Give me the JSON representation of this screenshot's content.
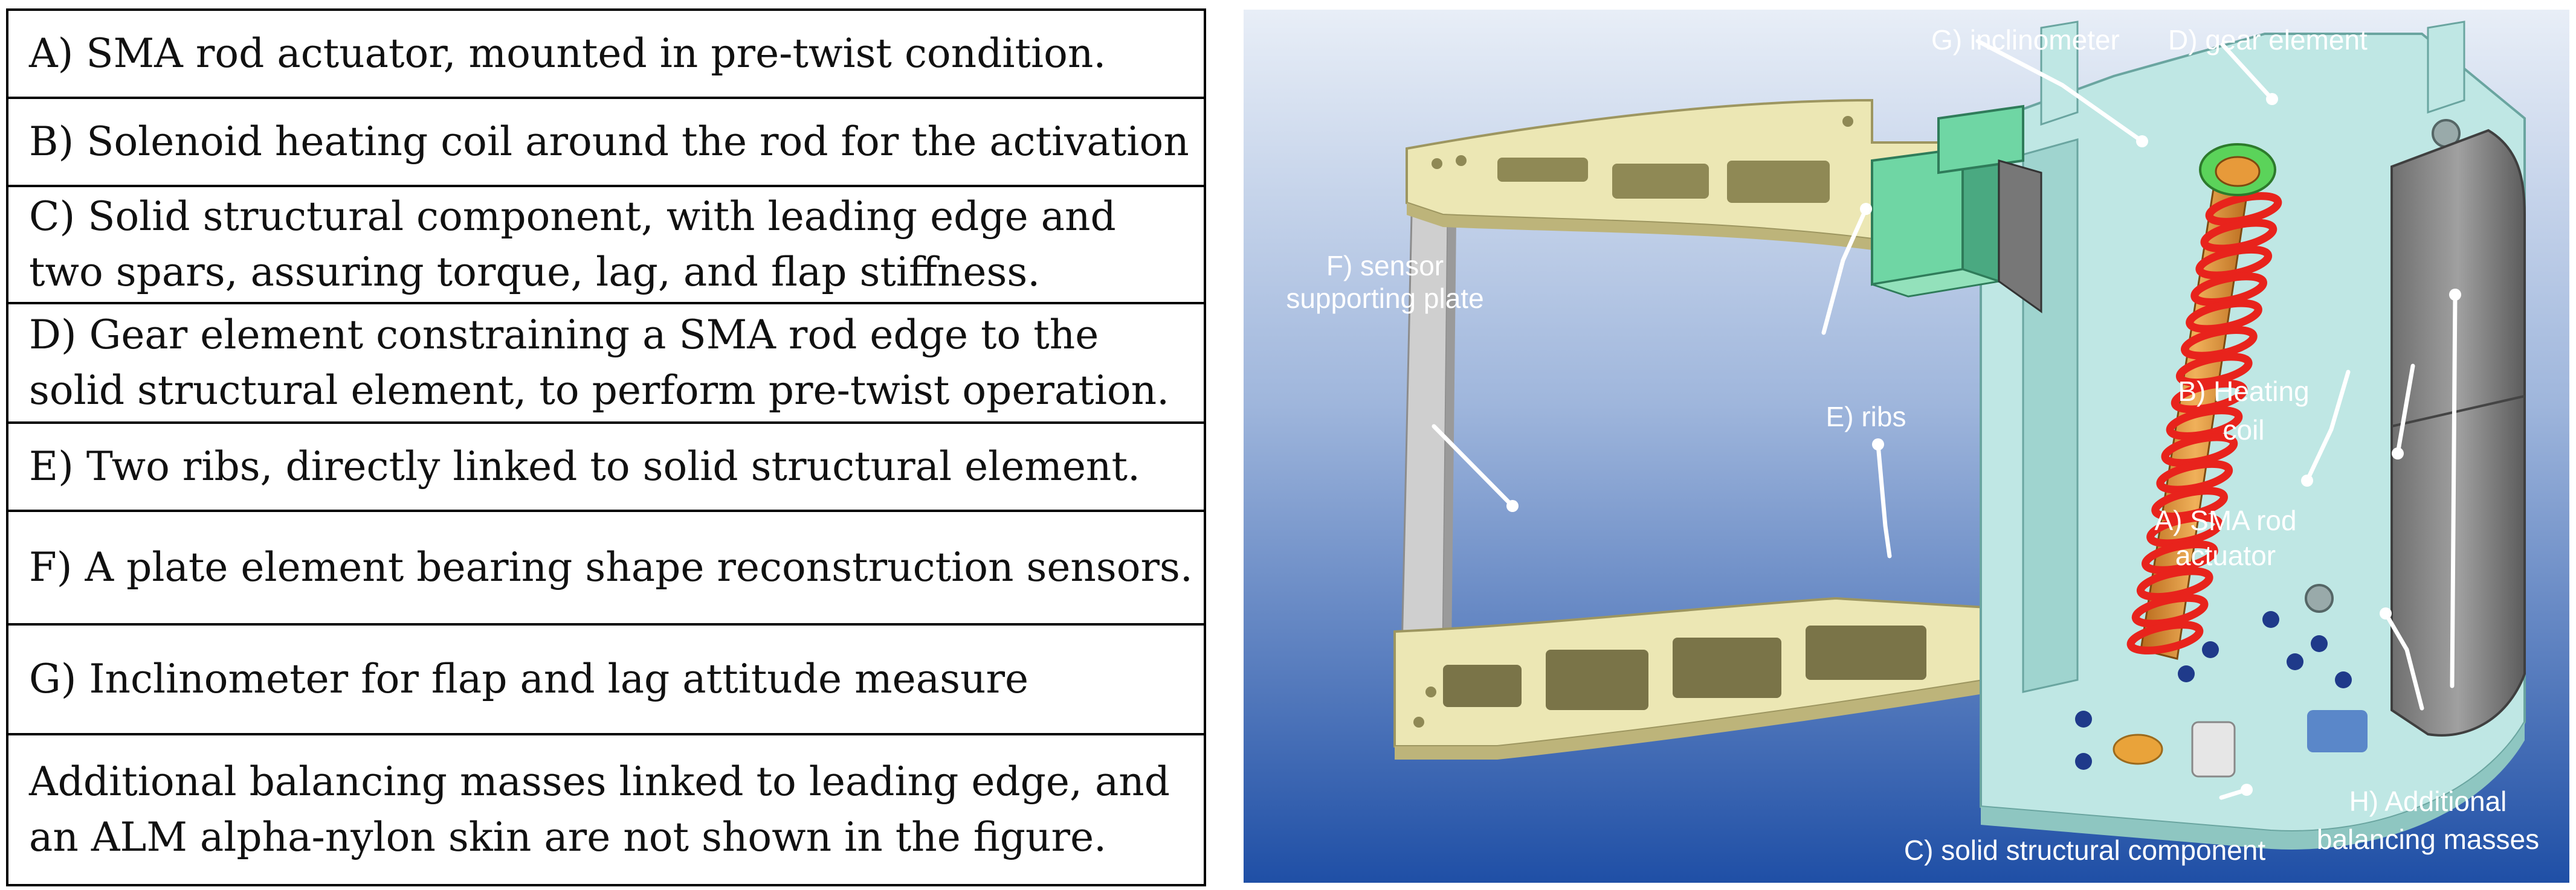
{
  "legend": {
    "rows": [
      {
        "lines": [
          "A) SMA rod actuator, mounted in pre-twist condition."
        ]
      },
      {
        "lines": [
          "B) Solenoid heating coil around the rod for the activation"
        ]
      },
      {
        "lines": [
          "C) Solid structural component, with leading edge and",
          "two spars, assuring torque, lag, and flap stiffness."
        ]
      },
      {
        "lines": [
          "D) Gear element constraining a SMA rod edge to the",
          "solid structural element, to perform pre-twist operation."
        ]
      },
      {
        "lines": [
          "E) Two ribs, directly linked to solid structural element."
        ]
      },
      {
        "lines": [
          "F) A plate element bearing shape reconstruction sensors."
        ]
      },
      {
        "lines": [
          "G) Inclinometer for flap and lag attitude measure"
        ]
      },
      {
        "lines": [
          "Additional balancing masses linked to leading edge, and",
          "an ALM alpha-nylon skin are not shown in the figure."
        ]
      }
    ]
  },
  "figure": {
    "colors": {
      "background_top": "#e8eef7",
      "background_bottom": "#1f4fa6",
      "rib": "#ece7b4",
      "structure": "#bfe7e4",
      "plate": "#c9c9c9",
      "inclinometer": "#6fd6a4",
      "coil": "#e8231c",
      "rod": "#e79a3a",
      "gear": "#5bd35a",
      "masses": "#8a8a8a"
    },
    "labels": {
      "inclinometer": "G) inclinometer",
      "gear": "D) gear element",
      "sensor_plate_1": "F) sensor",
      "sensor_plate_2": "supporting plate",
      "ribs": "E) ribs",
      "heating_coil_1": "B) Heating",
      "heating_coil_2": "coil",
      "sma_rod_1": "A) SMA rod",
      "sma_rod_2": "actuator",
      "solid_component": "C) solid structural component",
      "masses_1": "H) Additional",
      "masses_2": "balancing masses"
    }
  }
}
